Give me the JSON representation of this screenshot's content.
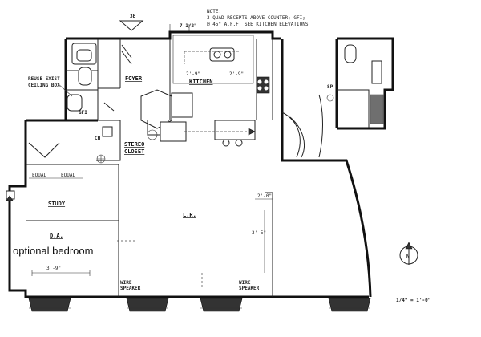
{
  "notes": {
    "line1": "NOTE:",
    "line2": "3 QUAD RECEPTS ABOVE COUNTER; GFI;",
    "line3": "@ 45\" A.F.F. SEE KITCHEN ELEVATIONS"
  },
  "tags": {
    "unit_ref": "3E",
    "width_top": "7 1/2\"",
    "sp": "SP",
    "ch": "CH"
  },
  "reuse_note": {
    "line1": "REUSE EXIST",
    "line2": "CEILING BOX"
  },
  "rooms": {
    "foyer": "FOYER",
    "kitchen": "KITCHEN",
    "stereo1": "STEREO",
    "stereo2": "CLOSET",
    "study": "STUDY",
    "da": "D.A.",
    "lr": "L.R."
  },
  "overlay": "optional bedroom",
  "dimensions": {
    "equal1": "EQUAL",
    "equal2": "EQUAL",
    "kitchen_a": "2'-9\"",
    "kitchen_b": "2'-9\"",
    "lr_a": "2'-0\"",
    "lr_b": "3'-5\"",
    "da_w": "3'-9\""
  },
  "speakers": {
    "left1": "WIRE",
    "left2": "SPEAKER",
    "right1": "WIRE",
    "right2": "SPEAKER"
  },
  "scale": "1/4\" = 1'-0\"",
  "north": "N"
}
